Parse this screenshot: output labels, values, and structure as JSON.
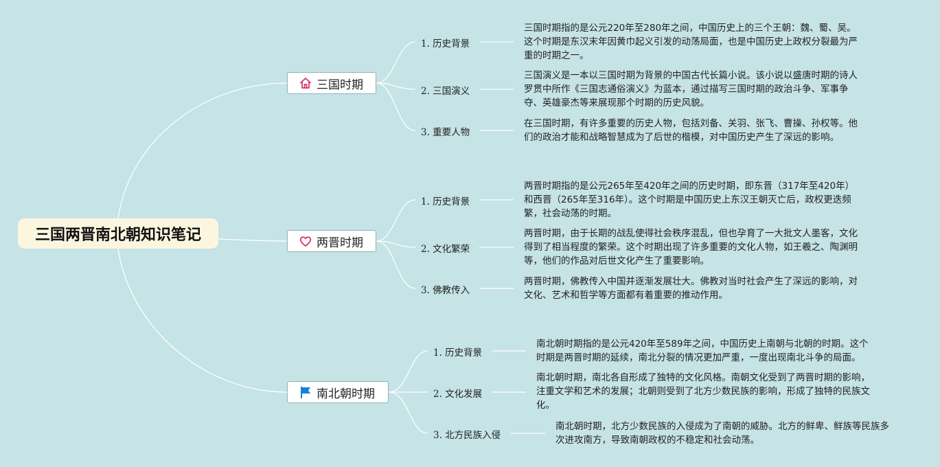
{
  "root": {
    "title": "三国两晋南北朝知识笔记"
  },
  "branches": [
    {
      "title": "三国时期",
      "icon": "house-icon",
      "icon_color": "#d6336c",
      "topics": [
        {
          "label": "1. 历史背景",
          "desc": "三国时期指的是公元220年至280年之间，中国历史上的三个王朝：魏、蜀、吴。这个时期是东汉末年因黄巾起义引发的动荡局面，也是中国历史上政权分裂最为严重的时期之一。"
        },
        {
          "label": "2. 三国演义",
          "desc": "三国演义是一本以三国时期为背景的中国古代长篇小说。该小说以盛唐时期的诗人罗贯中所作《三国志通俗演义》为蓝本，通过描写三国时期的政治斗争、军事争夺、英雄豪杰等来展现那个时期的历史风貌。"
        },
        {
          "label": "3. 重要人物",
          "desc": "在三国时期，有许多重要的历史人物，包括刘备、关羽、张飞、曹操、孙权等。他们的政治才能和战略智慧成为了后世的楷模，对中国历史产生了深远的影响。"
        }
      ]
    },
    {
      "title": "两晋时期",
      "icon": "heart-icon",
      "icon_color": "#d6336c",
      "topics": [
        {
          "label": "1. 历史背景",
          "desc": "两晋时期指的是公元265年至420年之间的历史时期，即东晋（317年至420年）和西晋（265年至316年）。这个时期是中国历史上东汉王朝灭亡后，政权更迭频繁，社会动荡的时期。"
        },
        {
          "label": "2. 文化繁荣",
          "desc": "两晋时期，由于长期的战乱使得社会秩序混乱，但也孕育了一大批文人墨客，文化得到了相当程度的繁荣。这个时期出现了许多重要的文化人物，如王羲之、陶渊明等，他们的作品对后世文化产生了重要影响。"
        },
        {
          "label": "3. 佛教传入",
          "desc": "两晋时期，佛教传入中国并逐渐发展壮大。佛教对当时社会产生了深远的影响，对文化、艺术和哲学等方面都有着重要的推动作用。"
        }
      ]
    },
    {
      "title": "南北朝时期",
      "icon": "flag-icon",
      "icon_color": "#1c7ed6",
      "topics": [
        {
          "label": "1. 历史背景",
          "desc": "南北朝时期指的是公元420年至589年之间，中国历史上南朝与北朝的时期。这个时期是两晋时期的延续，南北分裂的情况更加严重，一度出现南北斗争的局面。"
        },
        {
          "label": "2. 文化发展",
          "desc": "南北朝时期，南北各自形成了独特的文化风格。南朝文化受到了两晋时期的影响，注重文学和艺术的发展；北朝则受到了北方少数民族的影响，形成了独特的民族文化。"
        },
        {
          "label": "3. 北方民族入侵",
          "desc": "南北朝时期，北方少数民族的入侵成为了南朝的威胁。北方的鲜卑、鲜族等民族多次进攻南方，导致南朝政权的不稳定和社会动荡。"
        }
      ]
    }
  ]
}
